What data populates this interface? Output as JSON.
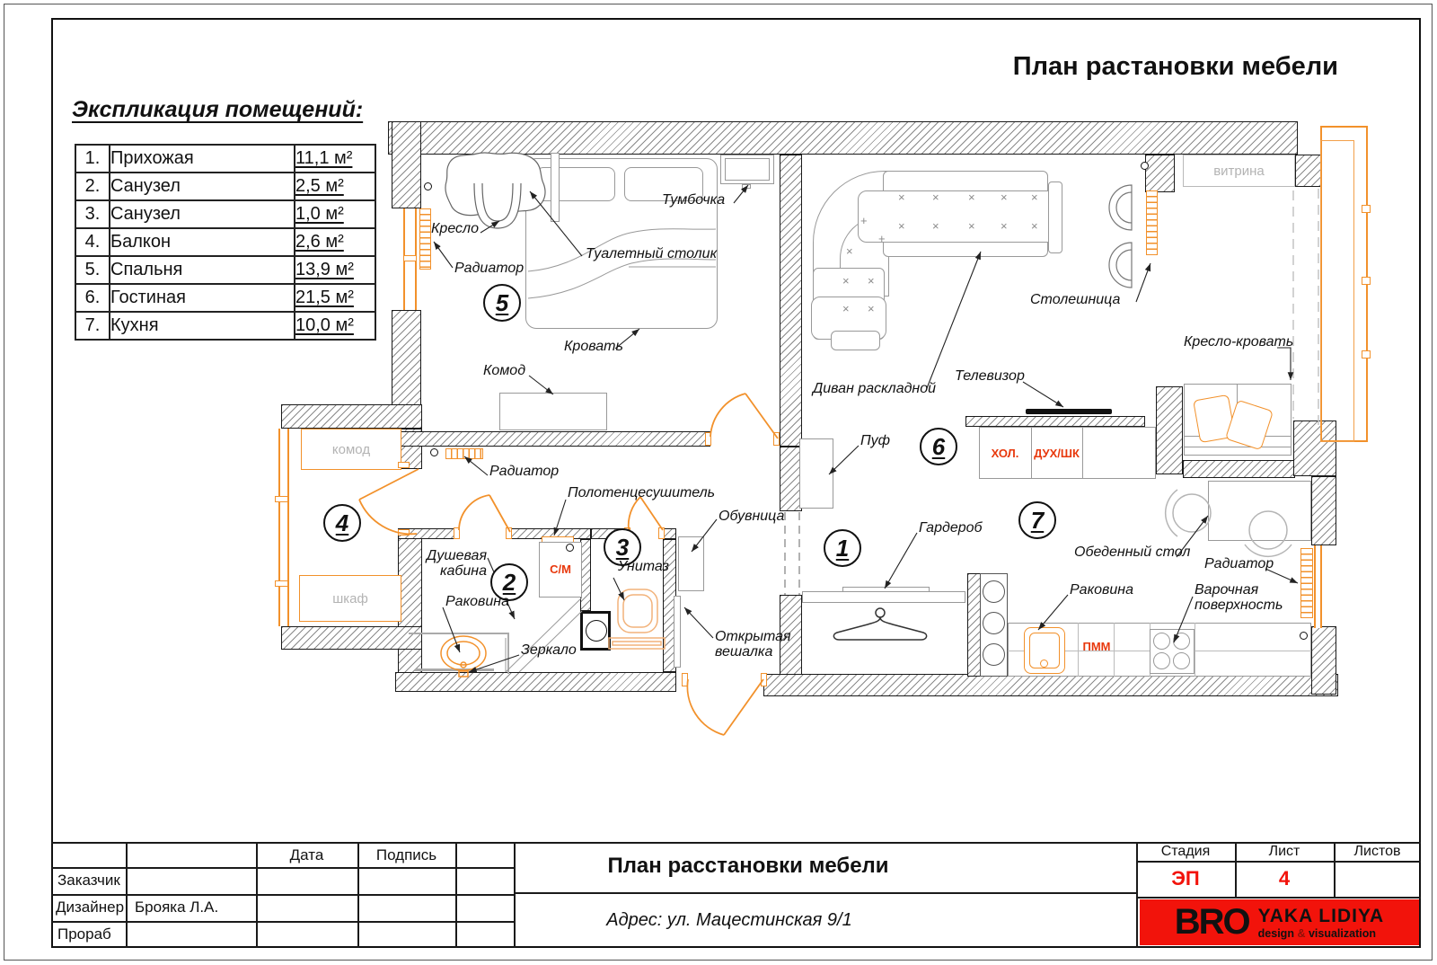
{
  "sheet": {
    "title": "План растановки мебели",
    "explication": {
      "heading": "Экспликация помещений:",
      "rows": [
        {
          "num": "1.",
          "name": "Прихожая",
          "area": "11,1 м²"
        },
        {
          "num": "2.",
          "name": "Санузел",
          "area": "2,5 м²"
        },
        {
          "num": "3.",
          "name": "Санузел",
          "area": "1,0 м²"
        },
        {
          "num": "4.",
          "name": "Балкон",
          "area": "2,6 м²"
        },
        {
          "num": "5.",
          "name": "Спальня",
          "area": "13,9 м²"
        },
        {
          "num": "6.",
          "name": "Гостиная",
          "area": "21,5 м²"
        },
        {
          "num": "7.",
          "name": "Кухня",
          "area": "10,0 м²"
        }
      ]
    }
  },
  "plan": {
    "rooms": [
      "1",
      "2",
      "3",
      "4",
      "5",
      "6",
      "7"
    ],
    "marks": {
      "x": "×",
      "plus": "+"
    },
    "labels": {
      "kreslo": "Кресло",
      "radiator": "Радиатор",
      "tualetny_stolik": "Туалетный столик",
      "tumbochka": "Тумбочка",
      "krovat": "Кровать",
      "komod": "Комод",
      "polotentsesushitel": "Полотенцесушитель",
      "obuvnitsa": "Обувница",
      "dushevaya_kabina": "Душевая кабина",
      "rakovina": "Раковина",
      "zerkalo": "Зеркало",
      "unitaz": "Унитаз",
      "otkrytaya_veshalka": "Открытая вешалка",
      "divan": "Диван раскладной",
      "puf": "Пуф",
      "televizor": "Телевизор",
      "garderob": "Гардероб",
      "stoleshnitsa": "Столешница",
      "kreslo_krovat": "Кресло-кровать",
      "obedenny_stol": "Обеденный стол",
      "varochnaya": "Варочная поверхность",
      "vitrina": "витрина",
      "komod_balkon": "комод",
      "shkaf": "шкаф",
      "hol": "ХОЛ.",
      "duh_shk": "ДУХ/ШК",
      "sm": "С/М",
      "pmm": "ПММ"
    }
  },
  "titleblock": {
    "date_label": "Дата",
    "signature_label": "Подпись",
    "customer_label": "Заказчик",
    "designer_label": "Дизайнер",
    "designer_name": "Брояка Л.А.",
    "foreman_label": "Прораб",
    "doc_title": "План расстановки мебели",
    "address": "Адрес: ул. Мацестинская 9/1",
    "stage_label": "Стадия",
    "sheet_label": "Лист",
    "sheets_label": "Листов",
    "stage_value": "ЭП",
    "sheet_value": "4",
    "logo": {
      "bro": "BRO",
      "name": "YAKA LIDIYA",
      "tag1": "design",
      "amp": "&",
      "tag2": "visualization"
    }
  }
}
